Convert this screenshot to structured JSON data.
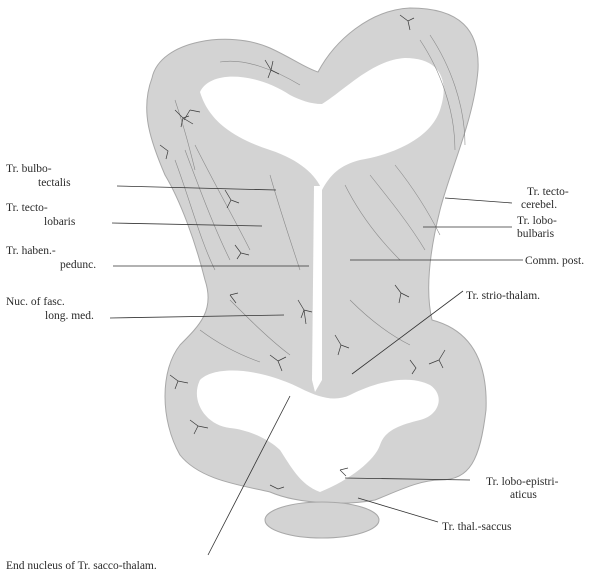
{
  "figure": {
    "labels_left": [
      {
        "id": "tr-bulbotectalis",
        "lines": [
          "Tr. bulbo-",
          "tectalis"
        ]
      },
      {
        "id": "tr-tectolobaris",
        "lines": [
          "Tr. tecto-",
          "lobaris"
        ]
      },
      {
        "id": "tr-habenpedunc",
        "lines": [
          "Tr. haben.-",
          "pedunc."
        ]
      },
      {
        "id": "nuc-fasc-long-med",
        "lines": [
          "Nuc. of fasc.",
          "long. med."
        ]
      }
    ],
    "labels_right": [
      {
        "id": "tr-tectocerebel",
        "lines": [
          "Tr. tecto-",
          "cerebel."
        ]
      },
      {
        "id": "tr-lobobulbaris",
        "lines": [
          "Tr. lobo-",
          "bulbaris"
        ]
      },
      {
        "id": "comm-post",
        "lines": [
          "Comm. post."
        ]
      },
      {
        "id": "tr-striothalam",
        "lines": [
          "Tr. strio-thalam."
        ]
      },
      {
        "id": "tr-loboepistriaticus",
        "lines": [
          "Tr. lobo-epistri-",
          "aticus"
        ]
      },
      {
        "id": "tr-thalsaccus",
        "lines": [
          "Tr. thal.-saccus"
        ]
      }
    ],
    "labels_bottom": [
      {
        "id": "end-nucleus",
        "lines": [
          "End nucleus of Tr. sacco-thalam."
        ]
      }
    ],
    "colors": {
      "tissue": "#d3d3d3",
      "tissue_edge": "#a8a8a8",
      "lumen": "#ffffff",
      "ink": "#2a2a2a"
    }
  }
}
